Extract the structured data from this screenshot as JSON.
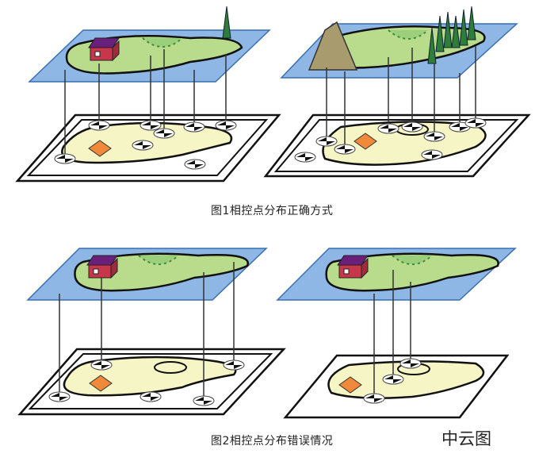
{
  "figure1": {
    "caption": "图1相控点分布正确方式"
  },
  "figure2": {
    "caption": "图2相控点分布错误情况"
  },
  "watermark": "中云图",
  "colors": {
    "water": "#8fb7e6",
    "land": "#b9dc8c",
    "sheet": "#f6f5c6",
    "house_roof": "#6a1f7a",
    "house_wall": "#c7364a",
    "building": "#f08a3a",
    "tree": "#2e7d3a",
    "mountain": "#a89b6e"
  }
}
